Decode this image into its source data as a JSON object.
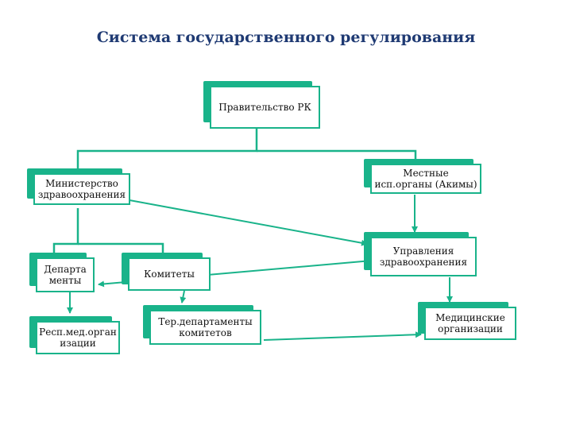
{
  "title": "Система государственного регулирования",
  "colors": {
    "box_border": "#19b38a",
    "connector": "#19b38a",
    "title": "#1f3a73"
  },
  "nodes": {
    "government": "Правительство РК",
    "ministry": "Министерство здравоохранения",
    "local_bodies": "Местные исп.органы (Акимы)",
    "health_departments": "Управления здравоохранения",
    "departments": "Департа менты",
    "committees": "Комитеты",
    "rep_med_orgs": "Респ.мед.орган изации",
    "ter_departments": "Тер.департаменты комитетов",
    "medical_orgs": "Медицинские организации"
  }
}
